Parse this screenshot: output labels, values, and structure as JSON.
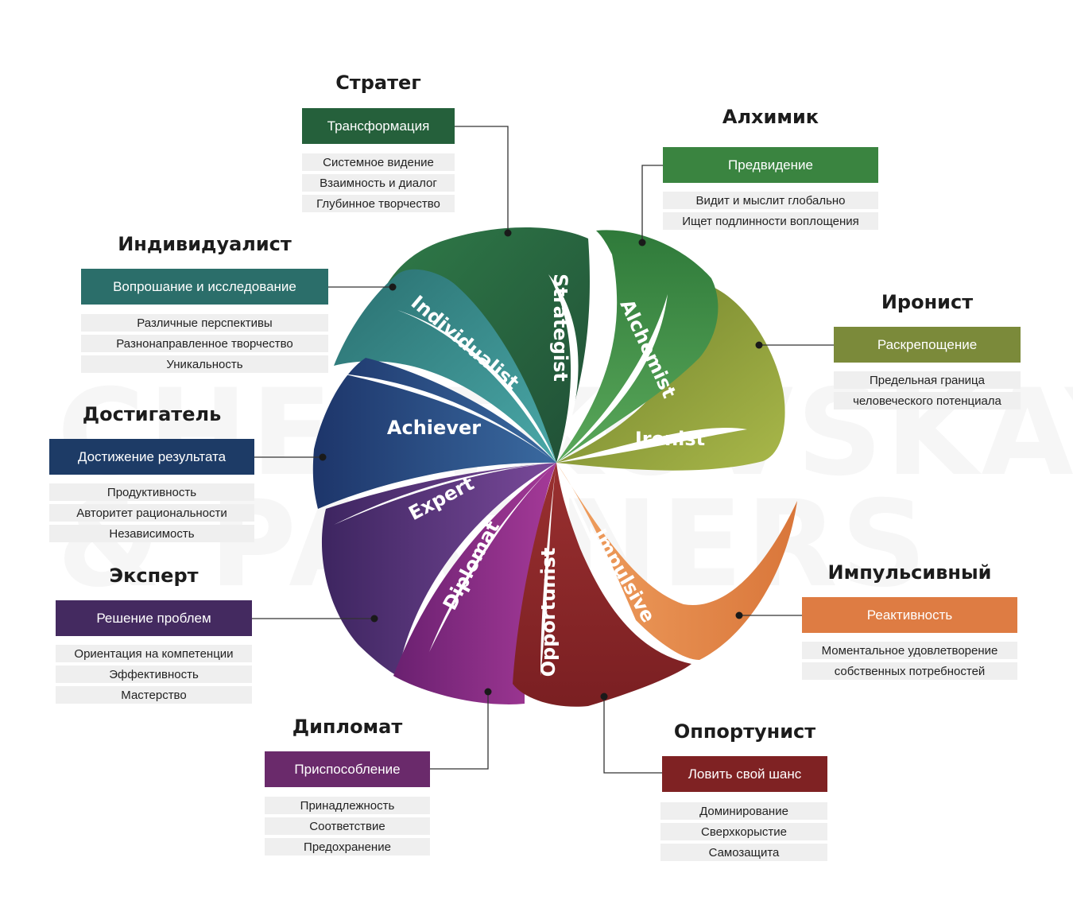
{
  "watermark": {
    "line1": "CHERTKOVSKAYA",
    "line2": "& PARTNERS"
  },
  "wheel": {
    "petals": [
      {
        "label": "Strategist",
        "color": "#2e6a45"
      },
      {
        "label": "Alchemist",
        "color": "#3f8a3e"
      },
      {
        "label": "Ironist",
        "color": "#8a9a35"
      },
      {
        "label": "Impulsive",
        "color": "#dd7a3a"
      },
      {
        "label": "Opportunist",
        "color": "#8f2428"
      },
      {
        "label": "Diplomat",
        "color": "#7a2a78"
      },
      {
        "label": "Expert",
        "color": "#4e2d6e"
      },
      {
        "label": "Achiever",
        "color": "#24406e"
      },
      {
        "label": "Individualist",
        "color": "#2a7a80"
      }
    ]
  },
  "stages": [
    {
      "id": "strategist",
      "title": "Стратег",
      "head": "Трансформация",
      "color": "#25603b",
      "items": [
        "Системное видение",
        "Взаимность и диалог",
        "Глубинное творчество"
      ]
    },
    {
      "id": "alchemist",
      "title": "Алхимик",
      "head": "Предвидение",
      "color": "#3a8440",
      "items": [
        "Видит и мыслит глобально",
        "Ищет подлинности воплощения"
      ]
    },
    {
      "id": "individualist",
      "title": "Индивидуалист",
      "head": "Вопрошание и исследование",
      "color": "#2b6e6a",
      "items": [
        "Различные перспективы",
        "Разнонаправленное творчество",
        "Уникальность"
      ]
    },
    {
      "id": "ironist",
      "title": "Иронист",
      "head": "Раскрепощение",
      "color": "#7b8a3a",
      "items": [
        "Предельная граница",
        "человеческого потенциала"
      ]
    },
    {
      "id": "achiever",
      "title": "Достигатель",
      "head": "Достижение результата",
      "color": "#1d3b66",
      "items": [
        "Продуктивность",
        "Авторитет рациональности",
        "Независимость"
      ]
    },
    {
      "id": "expert",
      "title": "Эксперт",
      "head": "Решение проблем",
      "color": "#442a60",
      "items": [
        "Ориентация на компетенции",
        "Эффективность",
        "Мастерство"
      ]
    },
    {
      "id": "impulsive",
      "title": "Импульсивный",
      "head": "Реактивность",
      "color": "#de7c43",
      "items": [
        "Моментальное удовлетворение",
        "собственных потребностей"
      ]
    },
    {
      "id": "diplomat",
      "title": "Дипломат",
      "head": "Приспособление",
      "color": "#6a2a6b",
      "items": [
        "Принадлежность",
        "Соответствие",
        "Предохранение"
      ]
    },
    {
      "id": "opportunist",
      "title": "Оппортунист",
      "head": "Ловить свой шанс",
      "color": "#7f2223",
      "items": [
        "Доминирование",
        "Сверхкорыстие",
        "Самозащита"
      ]
    }
  ]
}
